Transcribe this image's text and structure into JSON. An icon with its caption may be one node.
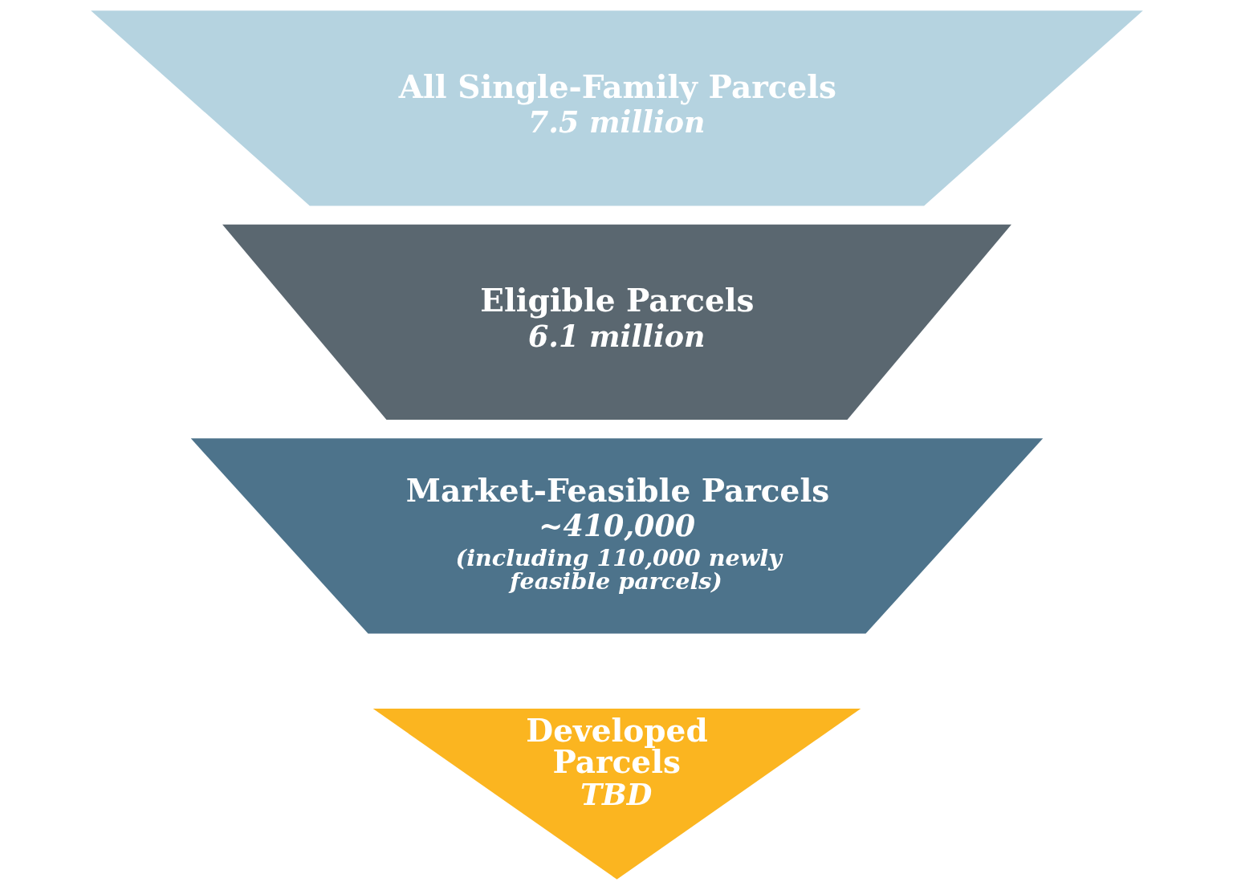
{
  "diagram": {
    "nodes": [
      {
        "text": [
          "All Single-Family Parcels",
          "7.5 million"
        ]
      },
      {
        "text": [
          "Eligible Parcels",
          "6.1 million"
        ]
      },
      {
        "text": [
          "Market-Feasible Parcels",
          "~410,000",
          "(including 110,000 newly feasible parcels)"
        ]
      },
      {
        "text": [
          "Developed Parcels",
          "TBD"
        ]
      }
    ]
  }
}
